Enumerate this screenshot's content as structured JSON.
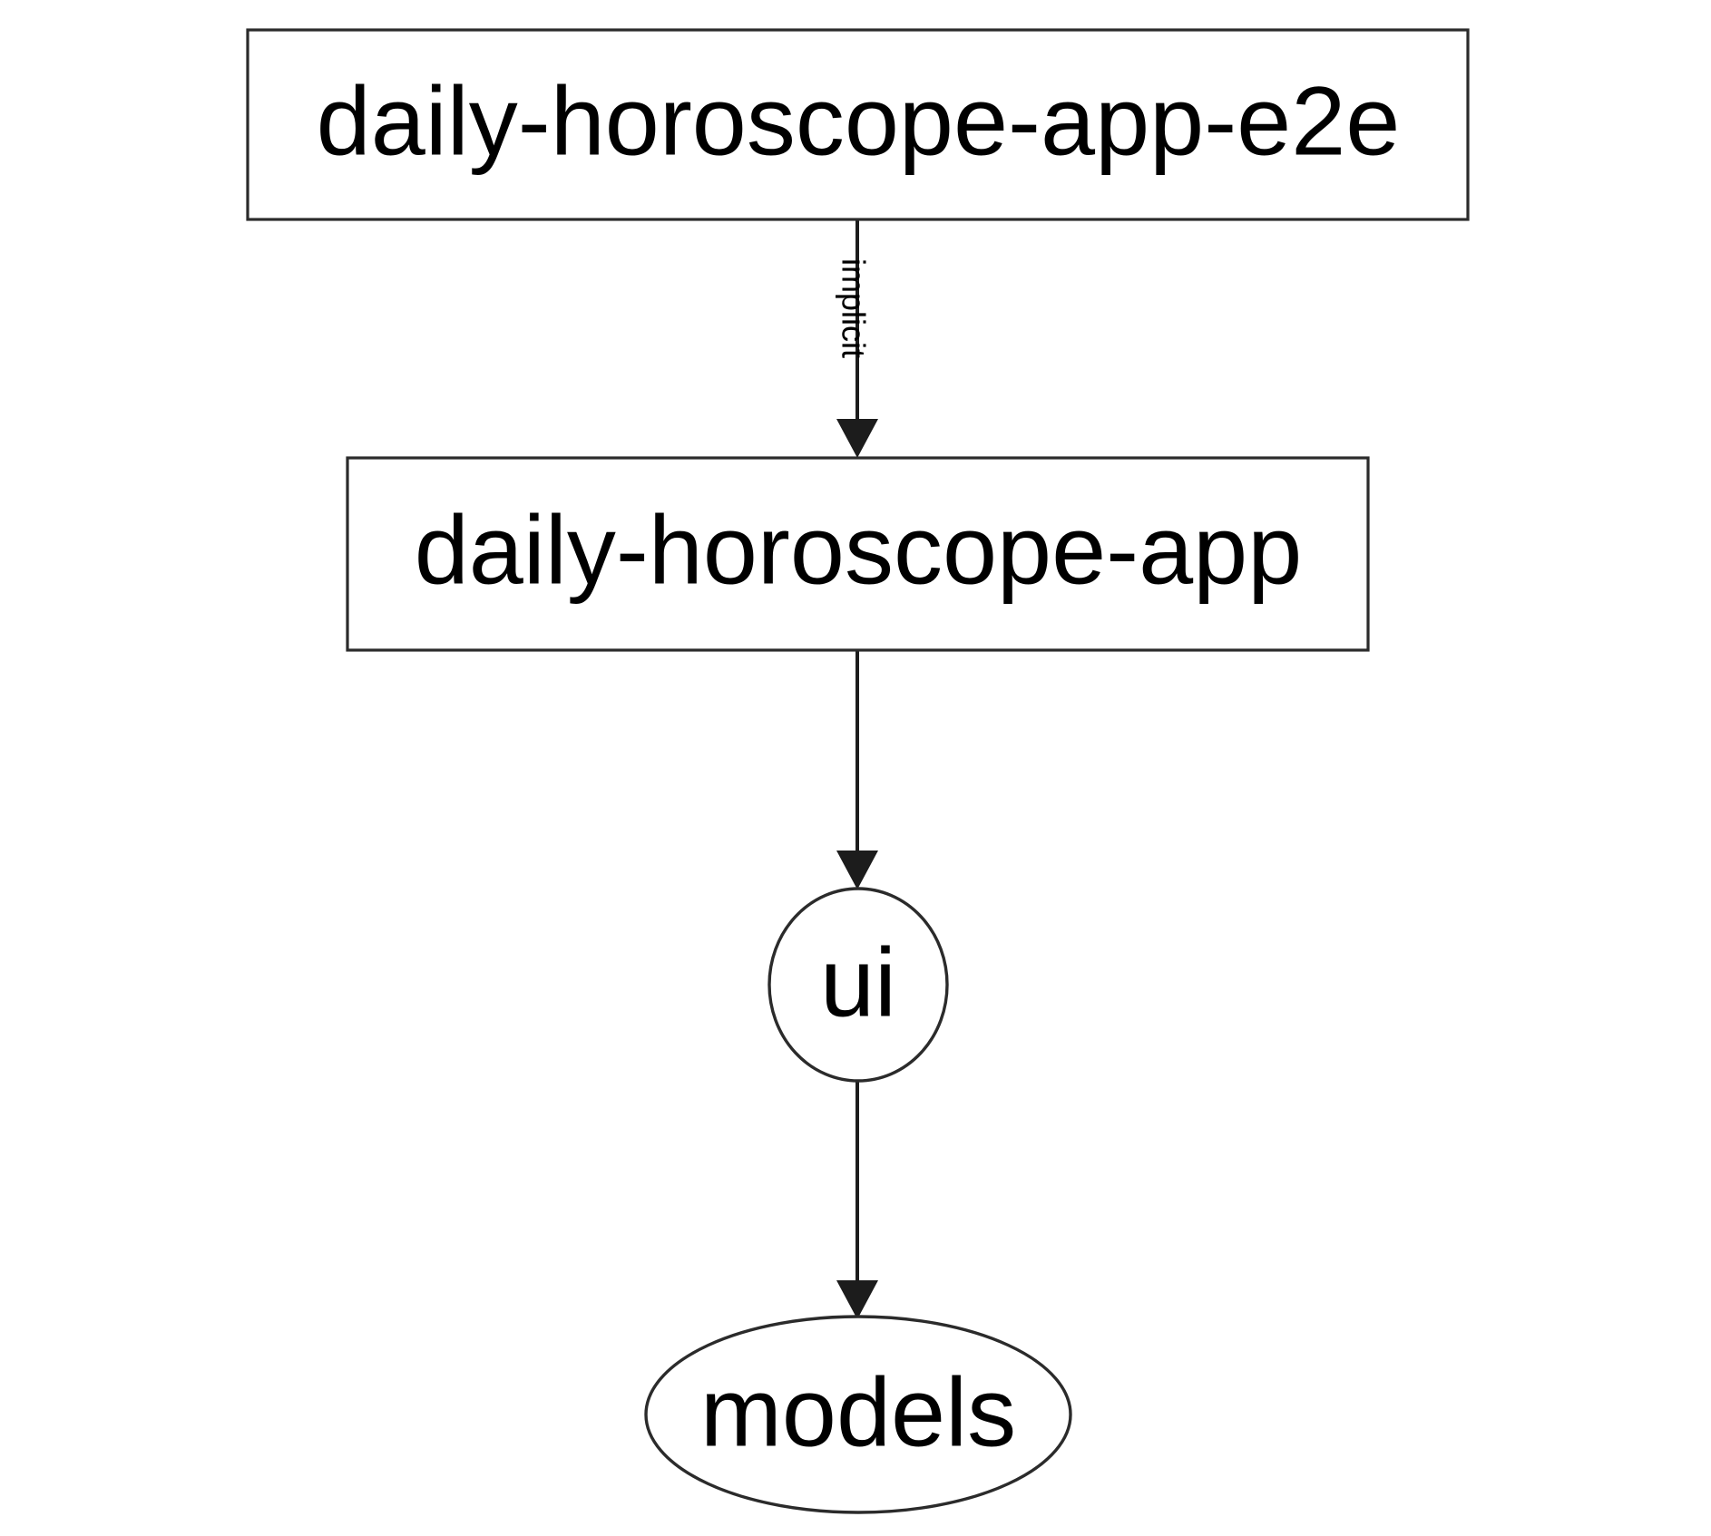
{
  "diagram": {
    "type": "dependency-graph",
    "direction": "top-to-bottom",
    "background_color": "#ffffff",
    "stroke_color": "#2b2b2b",
    "text_color": "#000000",
    "nodes": [
      {
        "id": "daily-horoscope-app-e2e",
        "label": "daily-horoscope-app-e2e",
        "shape": "rectangle"
      },
      {
        "id": "daily-horoscope-app",
        "label": "daily-horoscope-app",
        "shape": "rectangle"
      },
      {
        "id": "ui",
        "label": "ui",
        "shape": "ellipse"
      },
      {
        "id": "models",
        "label": "models",
        "shape": "ellipse"
      }
    ],
    "edges": [
      {
        "from": "daily-horoscope-app-e2e",
        "to": "daily-horoscope-app",
        "label": "implicit",
        "label_orientation": "vertical"
      },
      {
        "from": "daily-horoscope-app",
        "to": "ui",
        "label": ""
      },
      {
        "from": "ui",
        "to": "models",
        "label": ""
      }
    ]
  }
}
